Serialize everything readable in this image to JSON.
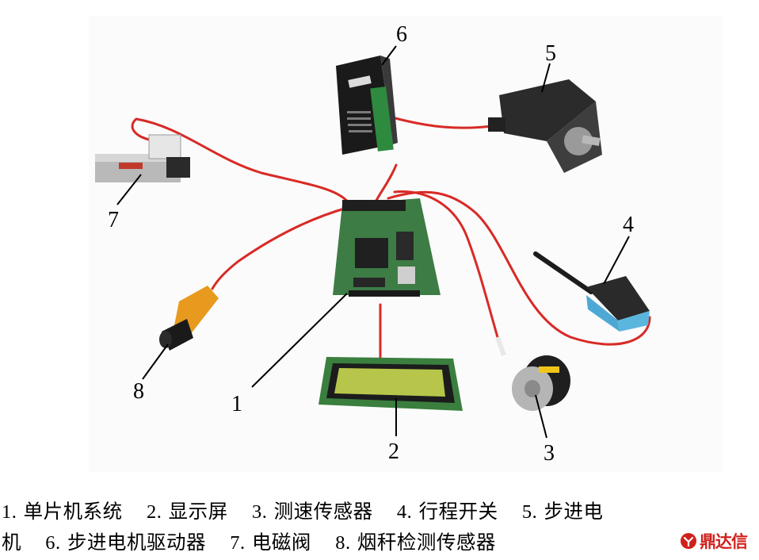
{
  "callouts": {
    "c1": "1",
    "c2": "2",
    "c3": "3",
    "c4": "4",
    "c5": "5",
    "c6": "6",
    "c7": "7",
    "c8": "8"
  },
  "caption": {
    "items": [
      {
        "num": "1.",
        "label": "单片机系统"
      },
      {
        "num": "2.",
        "label": "显示屏"
      },
      {
        "num": "3.",
        "label": "测速传感器"
      },
      {
        "num": "4.",
        "label": "行程开关"
      },
      {
        "num": "5.",
        "label": "步进电"
      },
      {
        "label": "机"
      },
      {
        "num": "6.",
        "label": "步进电机驱动器"
      },
      {
        "num": "7.",
        "label": "电磁阀"
      },
      {
        "num": "8.",
        "label": "烟秆检测传感器"
      }
    ]
  },
  "watermark": {
    "text": "鼎达信"
  },
  "colors": {
    "cable": "#d82a26",
    "pcb": "#3d7c45",
    "lcd": "#b7c64a",
    "watermark": "#d0201c"
  }
}
